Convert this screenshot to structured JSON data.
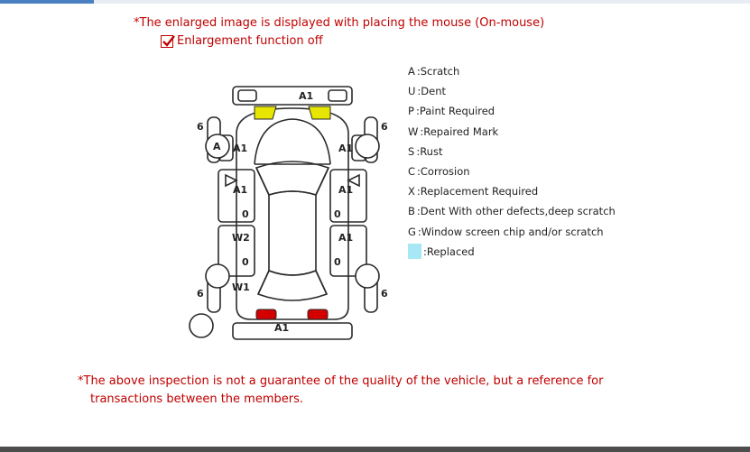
{
  "header": {
    "notice": "*The enlarged image is displayed with placing the mouse (On-mouse)",
    "enlargement_label": "Enlargement function off",
    "enlargement_checked": true
  },
  "diagram": {
    "labels": {
      "front_bumper": "A1",
      "front_left_fender": "A1",
      "front_right_fender": "A1",
      "left_front_door": "A1",
      "right_front_door": "A1",
      "left_sill_front": "0",
      "right_sill_front": "0",
      "left_rear_door": "W2",
      "right_rear_door": "A1",
      "left_sill_rear": "0",
      "right_sill_rear": "0",
      "left_rear_quarter": "W1",
      "rear_bumper": "A1",
      "front_left_wheel_marker": "A",
      "tire_fl": "6",
      "tire_fr": "6",
      "tire_rl": "6",
      "tire_rr": "6"
    },
    "colors": {
      "outline": "#2a2a2a",
      "headlight": "#e6e600",
      "taillight": "#d40000"
    }
  },
  "legend": {
    "items": [
      {
        "code": "A",
        "sep": ":",
        "text": "Scratch"
      },
      {
        "code": "U",
        "sep": ":",
        "text": "Dent"
      },
      {
        "code": "P",
        "sep": ":",
        "text": "Paint Required"
      },
      {
        "code": "W",
        "sep": ":",
        "text": "Repaired Mark"
      },
      {
        "code": "S",
        "sep": ":",
        "text": "Rust"
      },
      {
        "code": "C",
        "sep": ":",
        "text": "Corrosion"
      },
      {
        "code": "X",
        "sep": ":",
        "text": "Replacement Required"
      },
      {
        "code": "B",
        "sep": ":",
        "text": "Dent With other defects,deep scratch"
      },
      {
        "code": "G",
        "sep": ":",
        "text": " Window screen chip and/or scratch"
      }
    ],
    "replaced": {
      "sep": ":",
      "text": "Replaced",
      "color": "#a8e8f5"
    }
  },
  "footer": {
    "disclaimer_line1": "*The above inspection is not a guarantee of the quality of the vehicle, but a reference for",
    "disclaimer_line2": "transactions between the members."
  }
}
